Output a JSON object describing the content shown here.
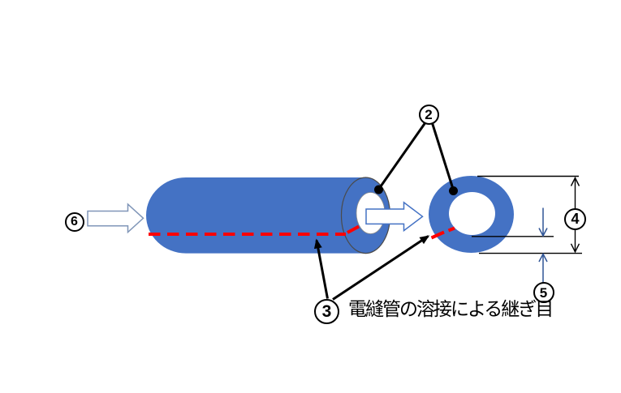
{
  "diagram": {
    "caption": "電縫管の溶接による継ぎ目",
    "callouts": {
      "c2": "2",
      "c3": "3",
      "c4": "4",
      "c5": "5",
      "c6": "6"
    }
  },
  "colors": {
    "pipe_blue": "#4472C4",
    "seam_red": "#FF0000",
    "dim_navy": "#2F5496",
    "ink_black": "#000000",
    "arrow_outline_light": "#8096B8",
    "arrow_outline_blue": "#4472C4",
    "face_edge_gray": "#4A4A4A"
  },
  "icons": {
    "flow_arrow_left": "block-arrow-right",
    "flow_arrow_mid": "block-arrow-right",
    "dim_outer_diameter": "double-headed-vertical-arrow",
    "dim_wall_thickness": "vertical-gap-arrows"
  }
}
